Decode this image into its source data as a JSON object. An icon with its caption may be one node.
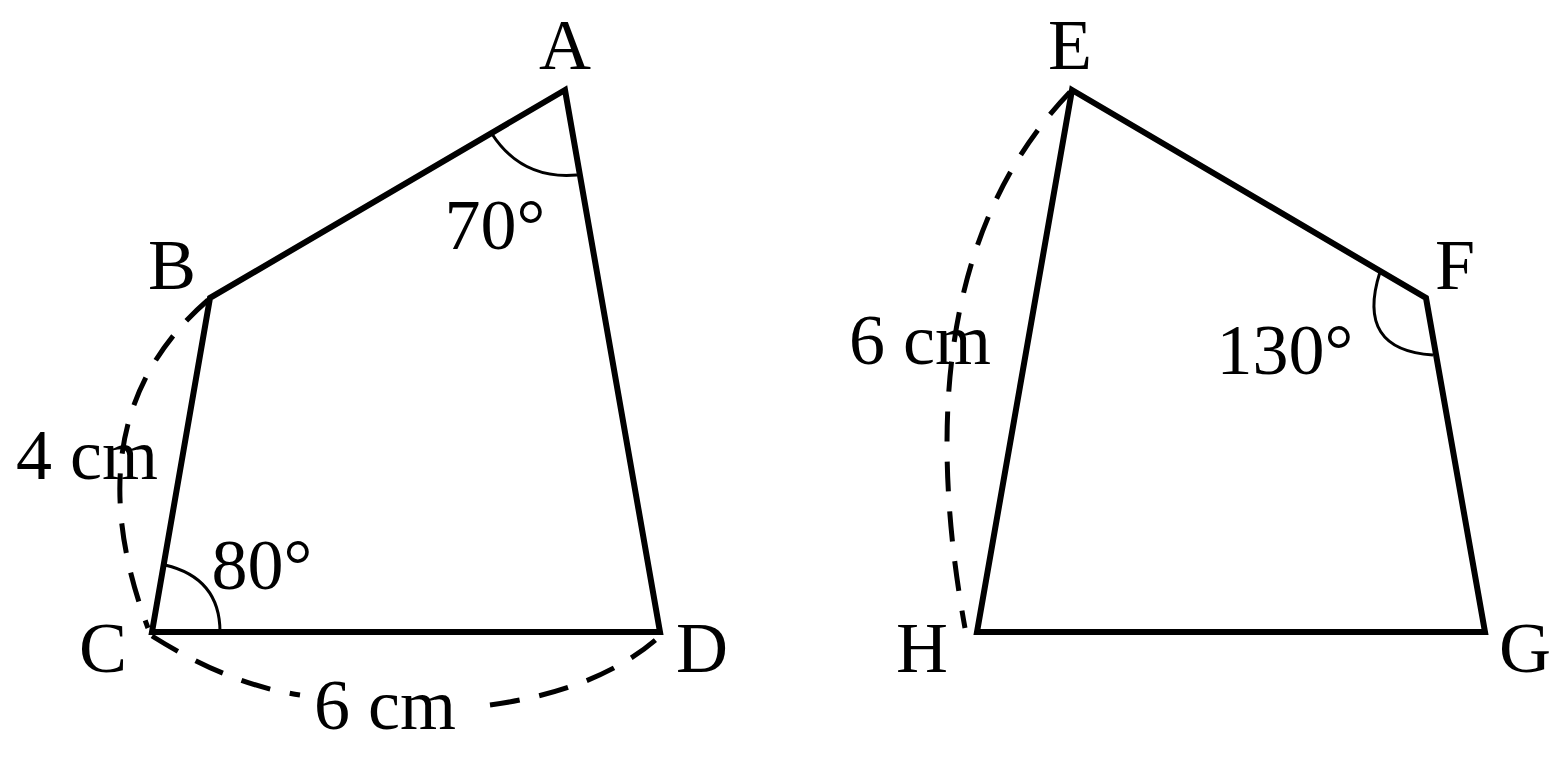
{
  "diagram": {
    "labels": [
      "A",
      "B",
      "70°",
      "E",
      "F",
      "130°",
      "6 cm",
      "4 cm",
      "80°",
      "C",
      "6 cm",
      "D",
      "H",
      "G"
    ]
  }
}
